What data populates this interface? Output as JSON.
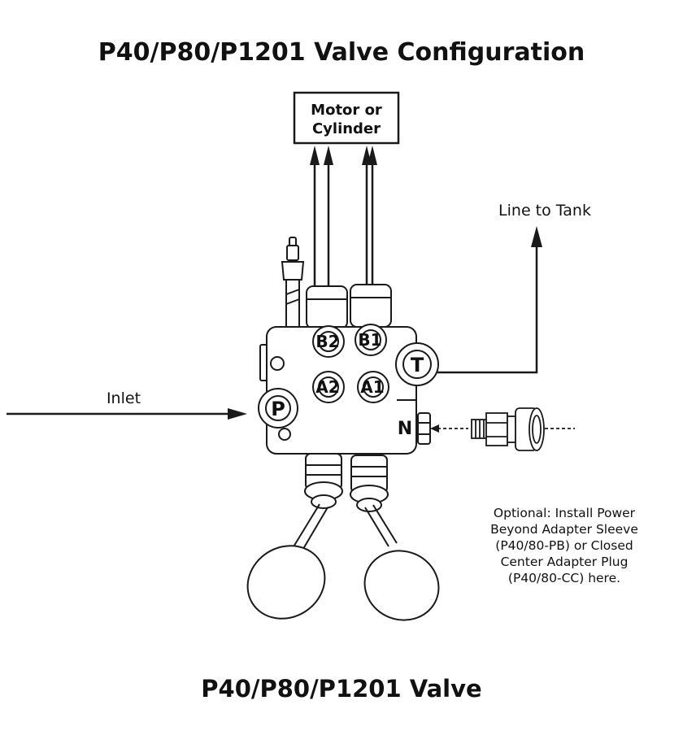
{
  "title": "P40/P80/P1201 Valve Configuration",
  "caption": "P40/P80/P1201 Valve",
  "motor_box": {
    "line1": "Motor or",
    "line2": "Cylinder"
  },
  "labels": {
    "line_to_tank": "Line to Tank",
    "inlet": "Inlet"
  },
  "ports": {
    "b2": "B2",
    "b1": "B1",
    "a2": "A2",
    "a1": "A1",
    "t": "T",
    "p": "P",
    "n": "N"
  },
  "optional_note": {
    "line1": "Optional: Install Power",
    "line2": "Beyond Adapter Sleeve",
    "line3": "(P40/80-PB) or Closed",
    "line4": "Center Adapter Plug",
    "line5": "(P40/80-CC) here."
  },
  "colors": {
    "line": "#1a1a1a",
    "background": "#ffffff"
  }
}
